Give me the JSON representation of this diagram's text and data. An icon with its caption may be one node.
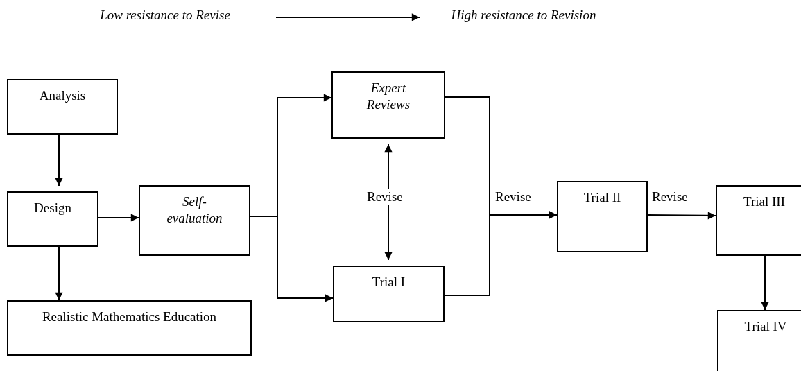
{
  "diagram": {
    "nodes": [
      {
        "text": [
          "Low resistance to Revise"
        ]
      },
      {
        "text": [
          "High resistance to Revision"
        ]
      },
      {
        "text": [
          "Analysis"
        ]
      },
      {
        "text": [
          "Design"
        ]
      },
      {
        "text": [
          "Self-evaluation"
        ]
      },
      {
        "text": [
          "Expert Reviews"
        ]
      },
      {
        "text": [
          "Trial I"
        ]
      },
      {
        "text": [
          "Realistic Mathematics Education"
        ]
      },
      {
        "text": [
          "Trial II"
        ]
      },
      {
        "text": [
          "Trial III"
        ]
      },
      {
        "text": [
          "Trial IV"
        ]
      }
    ],
    "edges": [
      {
        "from": 0,
        "to": 1,
        "arrow": "to"
      },
      {
        "from": 2,
        "to": 3,
        "arrow": "to"
      },
      {
        "from": 3,
        "to": 4,
        "arrow": "to"
      },
      {
        "from": 3,
        "to": 7,
        "arrow": "to"
      },
      {
        "from": 4,
        "to": 5,
        "arrow": "to"
      },
      {
        "from": 4,
        "to": 6,
        "arrow": "to"
      },
      {
        "from": 5,
        "to": 6,
        "arrow": "both",
        "label": "Revise"
      },
      {
        "from": 5,
        "to": 8,
        "arrow": "to",
        "label": "Revise"
      },
      {
        "from": 6,
        "to": 8,
        "arrow": "to"
      },
      {
        "from": 8,
        "to": 9,
        "arrow": "to",
        "label": "Revise"
      },
      {
        "from": 9,
        "to": 10,
        "arrow": "to"
      }
    ]
  }
}
